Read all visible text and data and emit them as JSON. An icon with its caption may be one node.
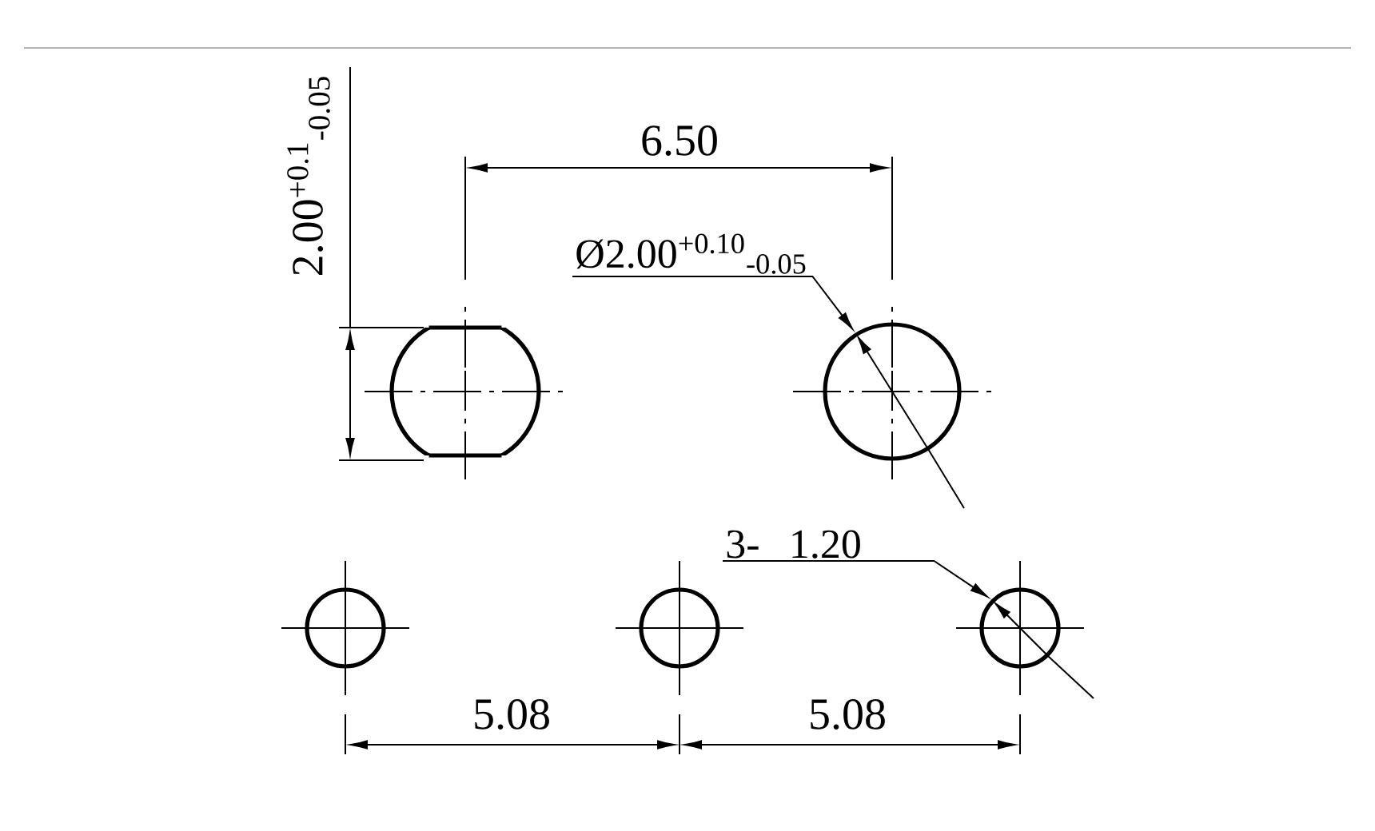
{
  "diagram": {
    "nodes": [
      {
        "text": [],
        "shape": "circle"
      },
      {
        "text": [],
        "shape": "circle"
      },
      {
        "text": [],
        "shape": "circle"
      },
      {
        "text": [],
        "shape": "circle"
      },
      {
        "text": [],
        "shape": "circle"
      },
      {
        "text": [
          "Ø2.00$^{+0.10}$$_{-0.05}$"
        ]
      },
      {
        "text": [
          "3- 1.20"
        ]
      }
    ],
    "edges": [
      {
        "from": 5,
        "to": 1,
        "arrow": "to"
      },
      {
        "from": 6,
        "to": 4,
        "arrow": "to"
      }
    ],
    "labels": [
      "2.00$^{+0.1}$$_{-0.05}$",
      "6.50",
      "5.08",
      "5.08"
    ]
  }
}
